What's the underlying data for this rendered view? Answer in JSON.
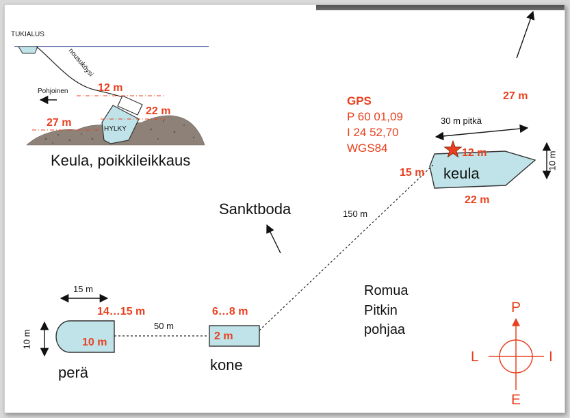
{
  "inset": {
    "support_vessel": "TUKIALUS",
    "ascent_line": "nousuköysi",
    "north": "Pohjoinen",
    "depth_top": "12 m",
    "depth_side": "22 m",
    "depth_bottom": "27 m",
    "wreck": "HYLKY",
    "caption": "Keula, poikkileikkaus"
  },
  "gps": {
    "heading": "GPS",
    "lat": "P 60 01,09",
    "lon": "I 24 52,70",
    "datum": "WGS84"
  },
  "bow": {
    "depth_north": "27 m",
    "length": "30 m pitkä",
    "depth_star": "12 m",
    "width": "10 m",
    "depth_port": "15 m",
    "label": "keula",
    "depth_south": "22 m"
  },
  "direction_label": "Sanktboda",
  "dist_bow_engine": "150 m",
  "debris": [
    "Romua",
    "Pitkin",
    "pohjaa"
  ],
  "stern": {
    "length": "15 m",
    "depth_range": "14…15 m",
    "width": "10 m",
    "depth_inside": "10 m",
    "label": "perä"
  },
  "dist_stern_engine": "50 m",
  "engine": {
    "depth_range": "6…8 m",
    "depth_inside": "2 m",
    "label": "kone"
  },
  "compass": {
    "n": "P",
    "s": "E",
    "w": "L",
    "e": "I"
  },
  "colors": {
    "accent_red": "#e8401f",
    "hull_fill": "#bfe3e8",
    "water_line": "#2f3a8f",
    "seabed": "#8d8178"
  }
}
